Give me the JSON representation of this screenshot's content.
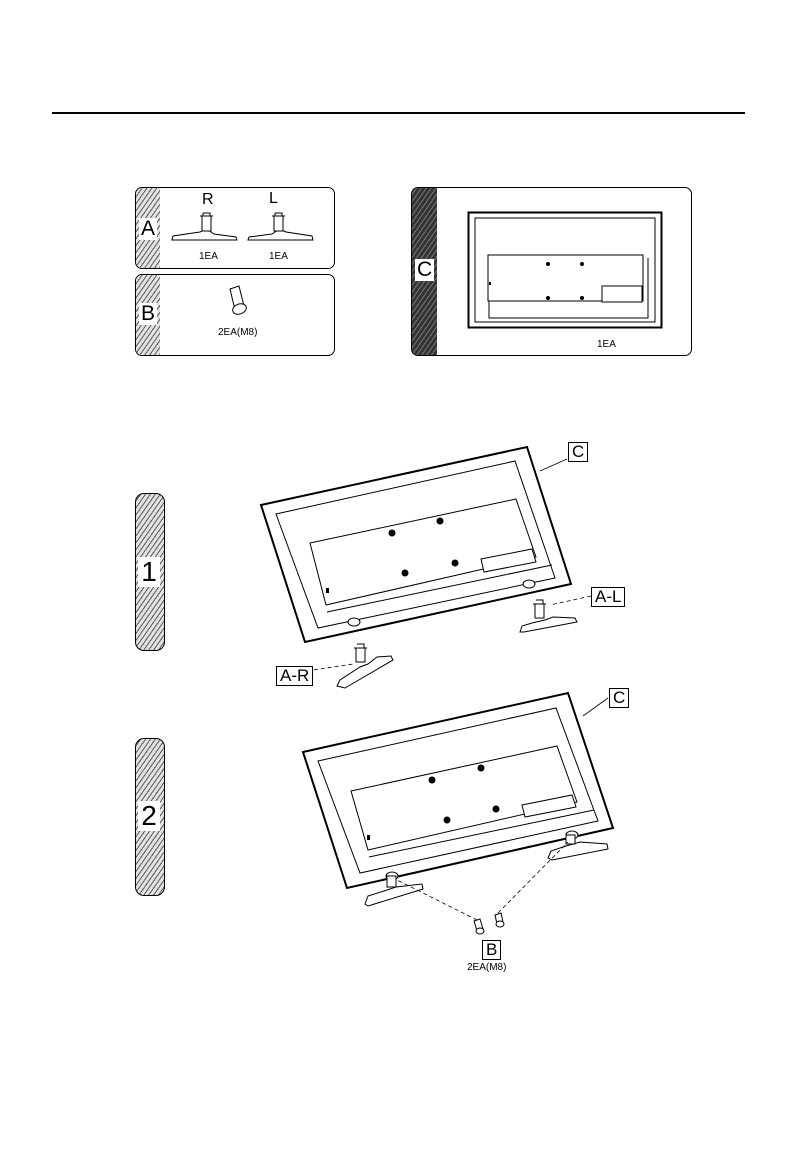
{
  "parts": {
    "A": {
      "letter": "A",
      "right_label": "R",
      "left_label": "L",
      "qty_right": "1EA",
      "qty_left": "1EA"
    },
    "B": {
      "letter": "B",
      "qty": "2EA(M8)"
    },
    "C": {
      "letter": "C",
      "qty": "1EA"
    }
  },
  "step1": {
    "number": "1",
    "callout_tv": "C",
    "callout_stand_left": "A-L",
    "callout_stand_right": "A-R"
  },
  "step2": {
    "number": "2",
    "callout_tv": "C",
    "callout_screws": "B",
    "screws_qty": "2EA(M8)"
  }
}
